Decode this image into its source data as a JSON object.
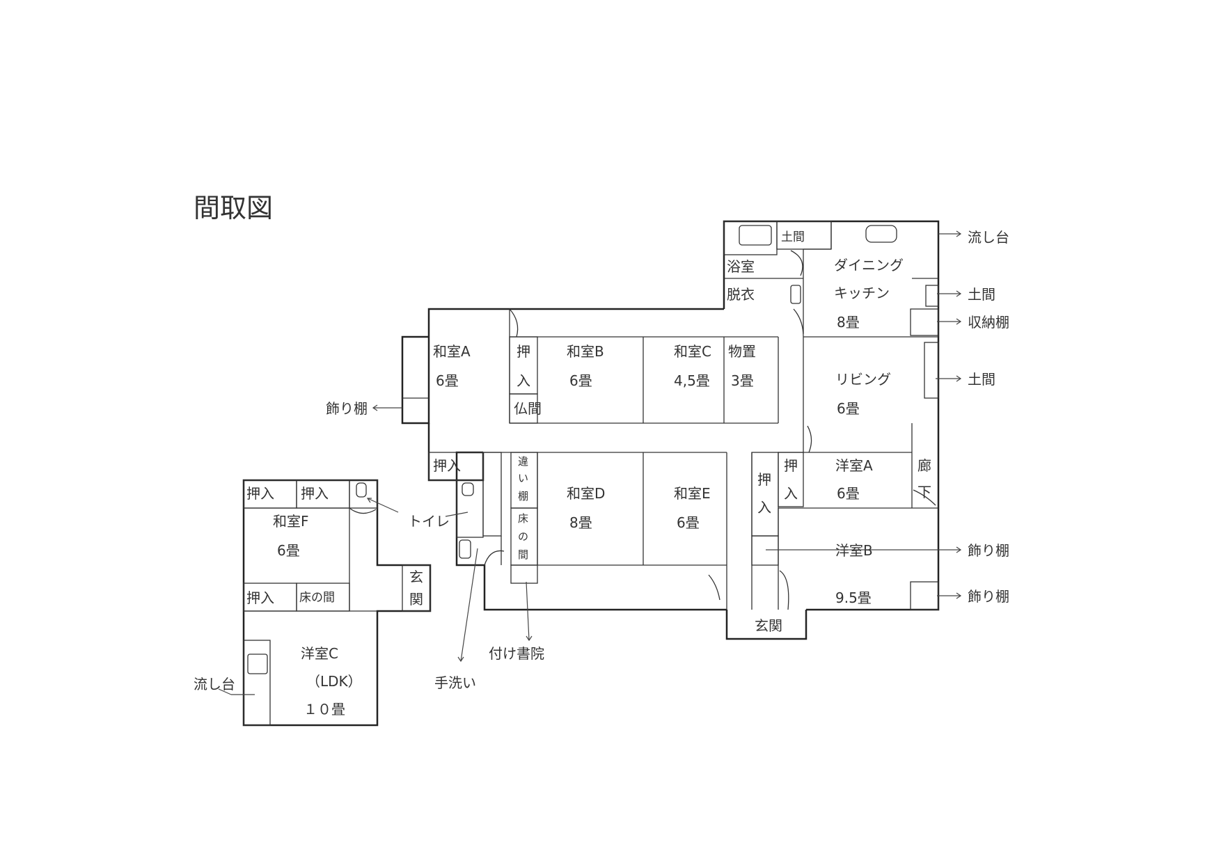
{
  "title": "間取図",
  "rooms": {
    "washitsu_a": {
      "name": "和室A",
      "size": "6畳"
    },
    "oshiire_1": {
      "label": "押",
      "label2": "入"
    },
    "butsuma": "仏間",
    "washitsu_b": {
      "name": "和室B",
      "size": "6畳"
    },
    "washitsu_c": {
      "name": "和室C",
      "size": "4,5畳"
    },
    "monooki": {
      "name": "物置",
      "size": "3畳"
    },
    "yokushitsu": "浴室",
    "datsui": "脱衣",
    "doma_top": "土間",
    "dining": {
      "name1": "ダイニング",
      "name2": "キッチン",
      "size": "8畳"
    },
    "living": {
      "name": "リビング",
      "size": "6畳"
    },
    "oshiire_2": "押入",
    "chigaidana": [
      "違",
      "い",
      "棚"
    ],
    "tokonoma_v": [
      "床",
      "の",
      "間"
    ],
    "washitsu_d": {
      "name": "和室D",
      "size": "8畳"
    },
    "washitsu_e": {
      "name": "和室E",
      "size": "6畳"
    },
    "oshiire_3": {
      "label": "押",
      "label2": "入"
    },
    "oshiire_4": {
      "label": "押",
      "label2": "入"
    },
    "youshitsu_a": {
      "name": "洋室A",
      "size": "6畳"
    },
    "rouka": {
      "c1": "廊",
      "c2": "下"
    },
    "youshitsu_b": {
      "name": "洋室B",
      "size": "9.5畳"
    },
    "genkan_main": "玄関",
    "annex": {
      "oshiire_a": "押入",
      "oshiire_b": "押入",
      "washitsu_f": {
        "name": "和室F",
        "size": "6畳"
      },
      "oshiire_c": "押入",
      "tokonoma": "床の間",
      "genkan": [
        "玄",
        "関"
      ],
      "youshitsu_c": {
        "name": "洋室C",
        "sub": "（LDK）",
        "size": "１０畳"
      }
    }
  },
  "annotations": {
    "nagashidai_right": "流し台",
    "doma_right_1": "土間",
    "shuunoudana": "収納棚",
    "doma_right_2": "土間",
    "kazaridana_left": "飾り棚",
    "kazaridana_right_1": "飾り棚",
    "kazaridana_right_2": "飾り棚",
    "toilet": "トイレ",
    "tearai": "手洗い",
    "tsukeshoin": "付け書院",
    "nagashidai_left": "流し台"
  }
}
